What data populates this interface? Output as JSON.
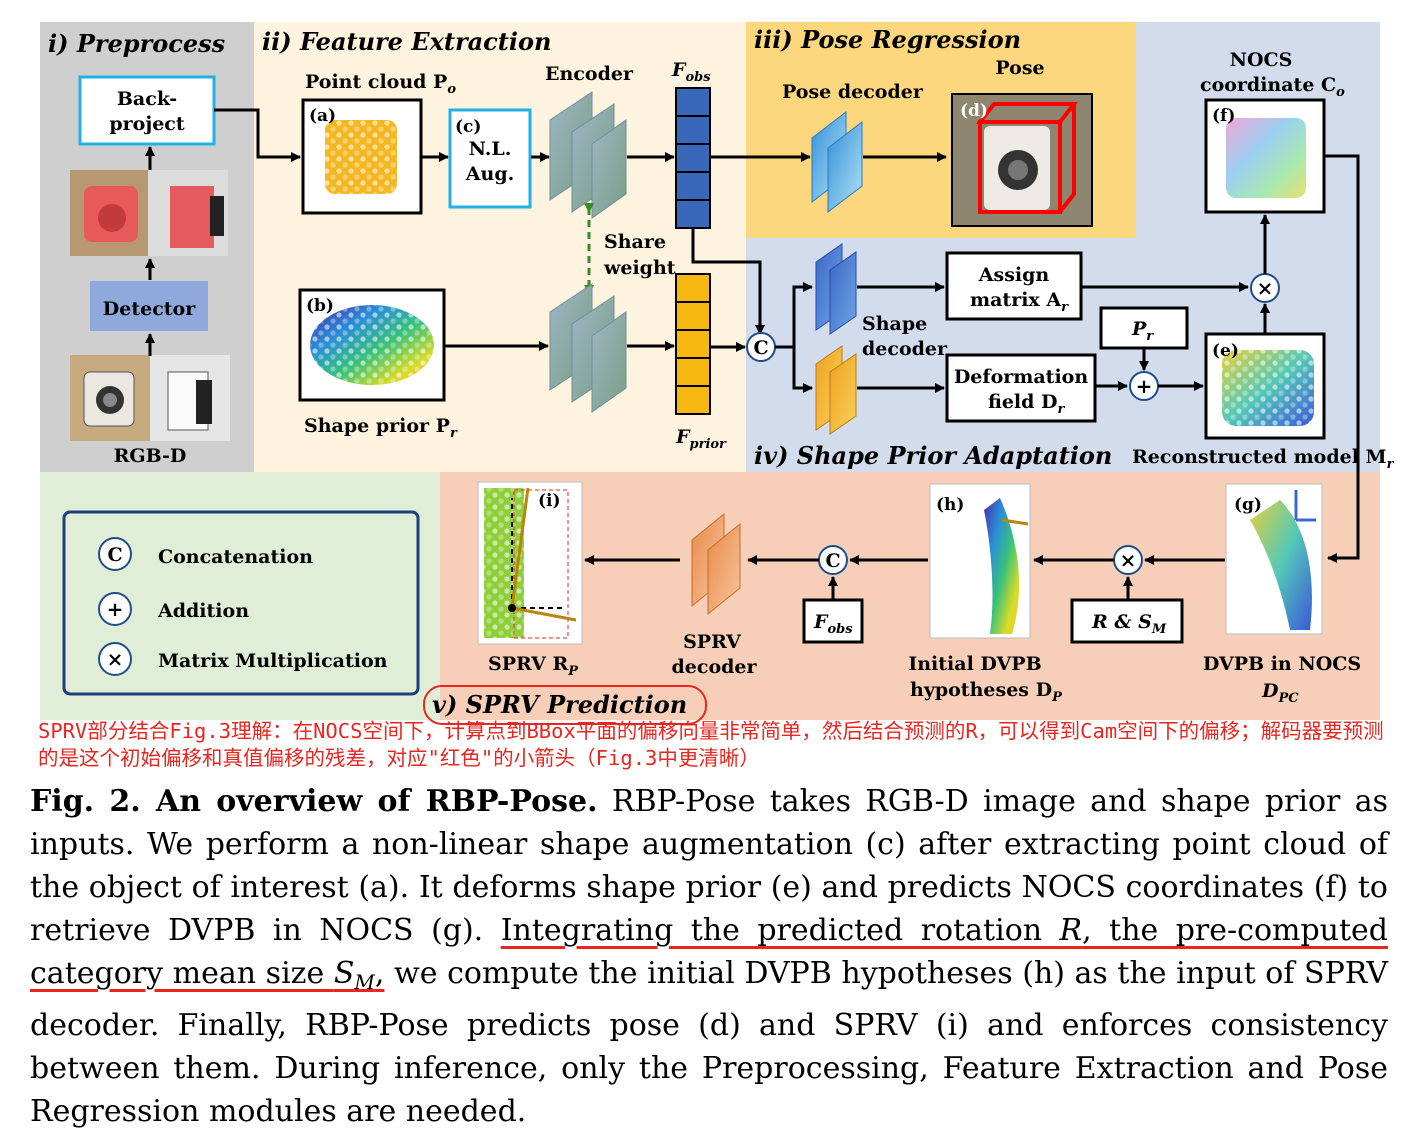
{
  "sections": {
    "preprocess": "i) Preprocess",
    "feature_extraction": "ii) Feature Extraction",
    "pose_regression": "iii) Pose Regression",
    "shape_prior_adaptation": "iv) Shape Prior Adaptation",
    "sprv_prediction": "v) SPRV Prediction"
  },
  "preprocess": {
    "backproject_line1": "Back-",
    "backproject_line2": "project",
    "detector": "Detector",
    "rgbd": "RGB-D"
  },
  "feature": {
    "point_cloud": "Point cloud P",
    "point_cloud_sub": "o",
    "panel_a": "(a)",
    "panel_b": "(b)",
    "panel_c": "(c)",
    "nl_line1": "N.L.",
    "nl_line2": "Aug.",
    "encoder": "Encoder",
    "f_obs": "F",
    "f_obs_sub": "obs",
    "f_prior": "F",
    "f_prior_sub": "prior",
    "shape_weight_line1": "Share",
    "shape_weight_line2": "weight",
    "shape_prior": "Shape prior P",
    "shape_prior_sub": "r"
  },
  "pose": {
    "pose_decoder": "Pose decoder",
    "pose": "Pose",
    "panel_d": "(d)"
  },
  "nocs": {
    "title_line1": "NOCS",
    "title_line2": "coordinate C",
    "title_sub": "o",
    "panel_f": "(f)"
  },
  "adaptation": {
    "assign_line1": "Assign",
    "assign_line2": "matrix A",
    "assign_sub": "r",
    "shape_decoder_line1": "Shape",
    "shape_decoder_line2": "decoder",
    "pr": "P",
    "pr_sub": "r",
    "deform_line1": "Deformation",
    "deform_line2": "field D",
    "deform_sub": "r",
    "panel_e": "(e)",
    "reconstructed": "Reconstructed model M",
    "reconstructed_sub": "r"
  },
  "legend": {
    "concat_symbol": "C",
    "concat": "Concatenation",
    "add_symbol": "+",
    "add": "Addition",
    "mul_symbol": "×",
    "mul": "Matrix Multiplication"
  },
  "sprv": {
    "panel_i": "(i)",
    "sprv_rp": "SPRV R",
    "sprv_rp_sub": "P",
    "decoder_line1": "SPRV",
    "decoder_line2": "decoder",
    "fobs": "F",
    "fobs_sub": "obs",
    "panel_h": "(h)",
    "initial_line1": "Initial DVPB",
    "initial_line2": "hypotheses D",
    "initial_sub": "P",
    "r_sm": "R & S",
    "r_sm_sub": "M",
    "panel_g": "(g)",
    "dvpb_line1": "DVPB in NOCS",
    "dvpb_line2": "D",
    "dvpb_sub": "PC"
  },
  "annotation_note": "SPRV部分结合Fig.3理解：在NOCS空间下，计算点到BBox平面的偏移向量非常简单，然后结合预测的R，可以得到Cam空间下的偏移；解码器要预测的是这个初始偏移和真值偏移的残差，对应\"红色\"的小箭头（Fig.3中更清晰）",
  "caption": {
    "label": "Fig. 2. An overview of RBP-Pose.",
    "part1": " RBP-Pose takes RGB-D image and shape prior as inputs. We perform a non-linear shape augmentation (c) after extracting point cloud of the object of interest (a). It deforms shape prior (e) and predicts NOCS coordinates (f) to retrieve DVPB in NOCS (g). ",
    "underlined_a": "Integrating the predicted rotation ",
    "underlined_r": "R",
    "underlined_b": ", the pre-computed category mean size ",
    "underlined_s": "S",
    "underlined_s_sub": "M",
    "underlined_c": ",",
    "part2": " we compute the initial DVPB hypotheses (h) as the input of SPRV decoder. Finally, RBP-Pose predicts pose (d) and SPRV (i) and enforces consistency between them. During inference, only the Preprocessing, Feature Extraction and Pose Regression modules are needed."
  },
  "colors": {
    "preprocess_bg": "#cfcfcf",
    "feature_bg": "#fdf3df",
    "pose_bg": "#fcd77e",
    "adaptation_bg": "#d2dcec",
    "legend_bg": "#e0eed8",
    "sprv_bg": "#f7cfb8",
    "box_cyan": "#22b0e8",
    "detector": "#8fa9dc",
    "feature_blue": "#3a68b8",
    "feature_yellow": "#f7b911",
    "annotation_red": "#e8261f"
  }
}
